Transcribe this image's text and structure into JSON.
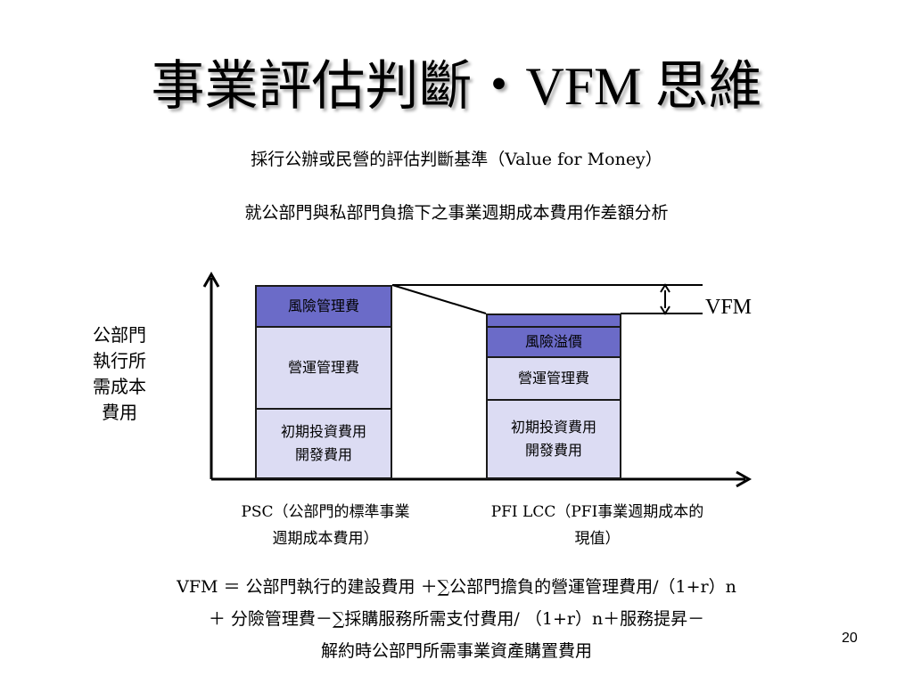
{
  "title": "事業評估判斷・VFM 思維",
  "subtitle1": "採行公辦或民營的評估判斷基準（Value for Money）",
  "subtitle2": "就公部門與私部門負擔下之事業週期成本費用作差額分析",
  "y_axis_label": [
    "公部門",
    "執行所",
    "需成本",
    "費用"
  ],
  "psc_bar": {
    "risk": "風險管理費",
    "operation": "營運管理費",
    "initial": [
      "初期投資費用",
      "開發費用"
    ]
  },
  "pfi_bar": {
    "risk": "風險溢價",
    "operation": "營運管理費",
    "initial": [
      "初期投資費用",
      "開發費用"
    ]
  },
  "vfm_label": "VFM",
  "psc_caption": [
    "PSC（公部門的標準事業",
    "週期成本費用）"
  ],
  "pfi_caption": [
    "PFI LCC（PFI事業週期成本的",
    "現值）"
  ],
  "formula": [
    "VFM ＝ 公部門執行的建設費用 ＋∑公部門擔負的營運管理費用/（1+r）n",
    "＋ 分險管理費－∑採購服務所需支付費用/ （1+r）n＋服務提昇－",
    "解約時公部門所需事業資產購置費用"
  ],
  "page_number": "20",
  "colors": {
    "risk_fill": "#6b6bc8",
    "cost_fill": "#dcdcf3",
    "outline": "#1a1a1a"
  }
}
